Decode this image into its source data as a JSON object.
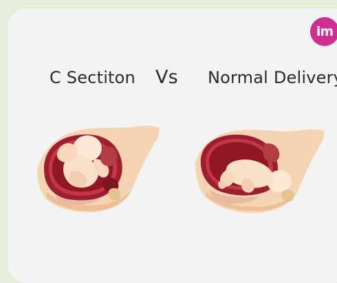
{
  "logo": {
    "text": "im",
    "icon": "brand-logo-icon",
    "color": "#d02e8f"
  },
  "heading": {
    "left": "C Sectiton",
    "vs": "Vs",
    "right": "Normal Delivery"
  },
  "illustrations": [
    {
      "icon": "c-section-womb-illustration"
    },
    {
      "icon": "normal-delivery-womb-illustration"
    }
  ],
  "colors": {
    "background": "#e6efdc",
    "card": "#f3f3f3",
    "womb": "#9b1f2f",
    "skin": "#f6d3b3"
  }
}
